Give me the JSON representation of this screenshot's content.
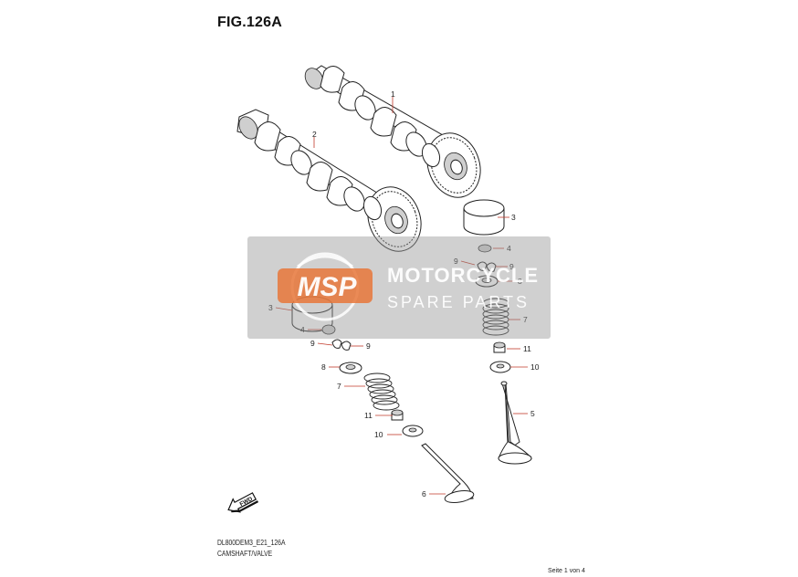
{
  "figure": {
    "title": "FIG.126A",
    "code": "DL800DEM3_E21_126A",
    "caption": "CAMSHAFT/VALVE",
    "page": "Seite 1 von 4"
  },
  "watermark": {
    "logo_text": "MSP",
    "line1": "MOTORCYCLE",
    "line2": "SPARE PARTS"
  },
  "fwd_label": "FWD",
  "callouts": {
    "c1": "1",
    "c2": "2",
    "c3a": "3",
    "c3b": "3",
    "c4a": "4",
    "c4b": "4",
    "c9a": "9",
    "c9b": "9",
    "c9c": "9",
    "c9d": "9",
    "c8a": "8",
    "c8b": "8",
    "c7a": "7",
    "c7b": "7",
    "c11a": "11",
    "c11b": "11",
    "c10a": "10",
    "c10b": "10",
    "c5": "5",
    "c6": "6"
  },
  "colors": {
    "leader": "#c23a2a",
    "watermark_orange": "#e8773a"
  }
}
